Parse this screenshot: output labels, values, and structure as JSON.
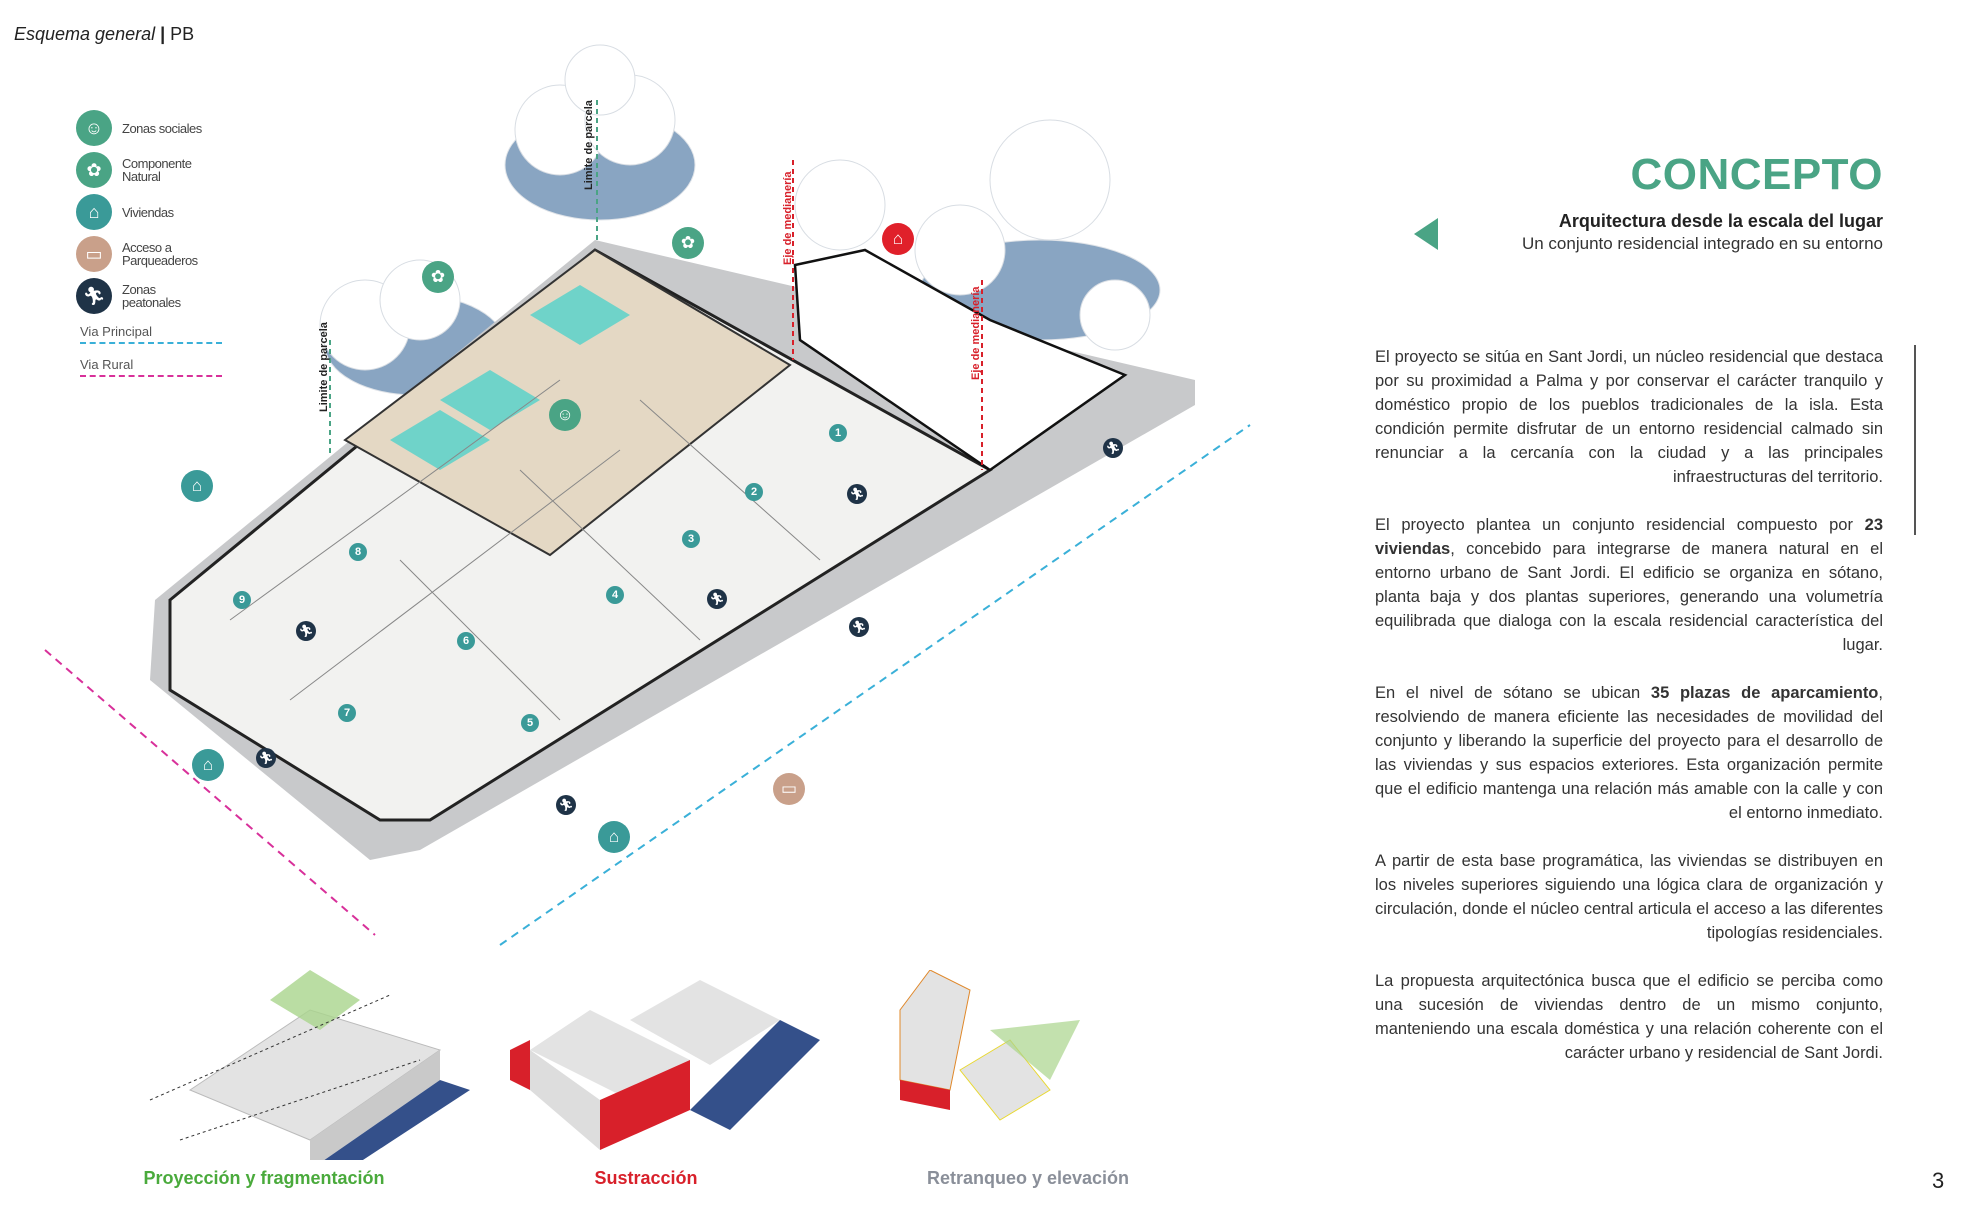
{
  "header": {
    "title": "Esquema general",
    "separator": "|",
    "level": "PB"
  },
  "legend": [
    {
      "label": "Zonas sociales",
      "icon": "people-icon",
      "color": "#4aa485"
    },
    {
      "label": "Componente Natural",
      "icon": "plant-icon",
      "color": "#4aa485"
    },
    {
      "label": "Viviendas",
      "icon": "house-icon",
      "color": "#3a9a98"
    },
    {
      "label": "Acceso a Parqueaderos",
      "icon": "car-icon",
      "color": "#c9a08a"
    },
    {
      "label": "Zonas peatonales",
      "icon": "pedestrian-icon",
      "color": "#1f3347"
    }
  ],
  "vias": [
    {
      "label": "Via Principal",
      "color": "#3ab0d8"
    },
    {
      "label": "Via Rural",
      "color": "#d8309a"
    }
  ],
  "diagram": {
    "labels": {
      "limite1": "Limite de parcela",
      "limite2": "Limite de parcela",
      "eje1": "Eje de medianería",
      "eje2": "Eje de medianería"
    },
    "units": [
      "1",
      "2",
      "3",
      "4",
      "5",
      "6",
      "7",
      "8",
      "9"
    ]
  },
  "concept": {
    "title": "CONCEPTO",
    "subtitle": "Arquitectura desde la escala del lugar",
    "tagline": "Un conjunto residencial integrado en su entorno"
  },
  "paragraphs": [
    [
      {
        "t": "El proyecto se sitúa en Sant Jordi, un núcleo residencial que destaca por su proximidad a Palma y por conservar el carácter tranquilo y doméstico propio de los pueblos tradicionales de la isla. Esta condición permite disfrutar de un entorno residencial calmado sin renunciar a la cercanía con la ciudad y a las principales infraestructuras del territorio."
      }
    ],
    [
      {
        "t": "El proyecto plantea un conjunto residencial compuesto por "
      },
      {
        "t": "23 viviendas",
        "b": true
      },
      {
        "t": ", concebido para integrarse de manera natural en el entorno urbano de Sant Jordi. El edificio se organiza en sótano, planta baja y dos plantas superiores, generando una volumetría equilibrada que dialoga con la escala residencial característica del lugar."
      }
    ],
    [
      {
        "t": "En el nivel de sótano se ubican "
      },
      {
        "t": "35 plazas de aparcamiento",
        "b": true
      },
      {
        "t": ", resolviendo de manera eficiente las necesidades de movilidad del conjunto y liberando la superficie del proyecto para el desarrollo de las viviendas y sus espacios exteriores. Esta organización permite que el edificio mantenga una relación más amable con la calle y con el entorno inmediato."
      }
    ],
    [
      {
        "t": "A partir de esta base programática, las viviendas se distribuyen en los niveles superiores siguiendo una lógica clara de organización y circulación, donde el núcleo central articula el acceso a las diferentes tipologías residenciales."
      }
    ],
    [
      {
        "t": "La propuesta arquitectónica busca que el edificio se perciba como una sucesión de viviendas dentro de un mismo conjunto, manteniendo una escala doméstica y una relación coherente con el carácter urbano y residencial de Sant Jordi."
      }
    ]
  ],
  "strategies": [
    {
      "label": "Proyección y fragmentación",
      "color": "#4aaa3c"
    },
    {
      "label": "Sustracción",
      "color": "#d8202a"
    },
    {
      "label": "Retranqueo y elevación",
      "color": "#8a8f99"
    }
  ],
  "page_number": "3"
}
